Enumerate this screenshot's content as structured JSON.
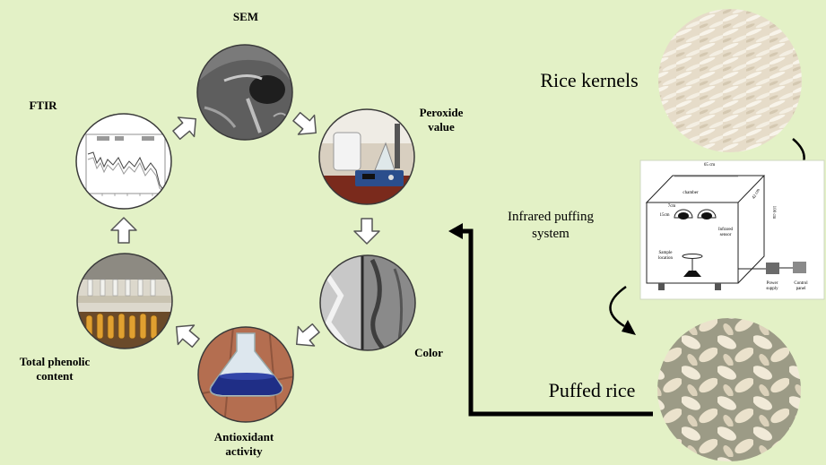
{
  "labels": {
    "sem": "SEM",
    "ftir": "FTIR",
    "peroxide": "Peroxide value",
    "color": "Color",
    "phenolic": "Total phenolic content",
    "antioxidant": "Antioxidant activity",
    "rice_kernels": "Rice kernels",
    "puffed_rice": "Puffed rice",
    "infrared_system": "Infrared puffing system"
  },
  "schematic": {
    "width_label": "65 cm",
    "depth_label": "42 cm",
    "height_label": "100 cm",
    "chamber": "chamber",
    "gap_7": "7cm",
    "gap_15": "15cm",
    "infrared_sensor": "Infrared sensor",
    "sample_location": "Sample location",
    "power_supply": "Power supply",
    "control_panel": "Control panel"
  },
  "icons": {
    "cycle_arrows": "white-block-arrow-icon",
    "flow_arrow": "black-elbow-arrow-icon",
    "curved_arrows": "black-curved-arrow-icon"
  },
  "colors": {
    "background": "#e3f1c6",
    "arrow_fill": "#ffffff",
    "arrow_stroke": "#555555",
    "flow_arrow": "#000000"
  }
}
